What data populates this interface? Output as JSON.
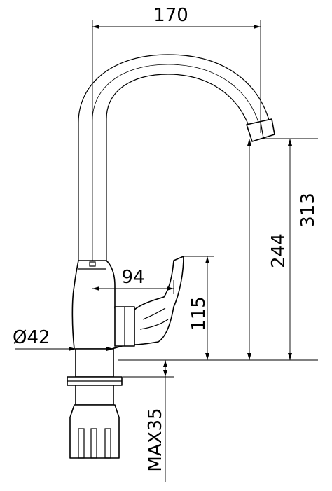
{
  "dimensions": {
    "spout_reach": "170",
    "total_height": "313",
    "spout_height": "244",
    "handle_height": "115",
    "handle_reach": "94",
    "base_diameter": "Ø42",
    "max_thickness": "MAX35"
  }
}
